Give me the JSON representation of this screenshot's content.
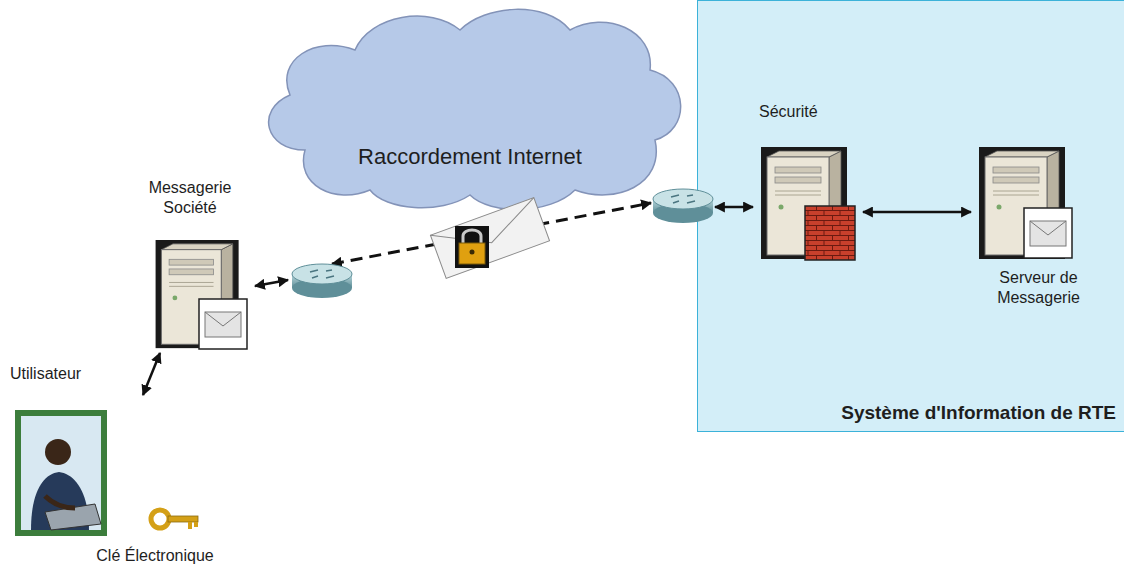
{
  "diagram": {
    "nodes": [
      {
        "text": [
          "Raccordement Internet"
        ]
      },
      {
        "text": [
          "Messagerie Société"
        ]
      },
      {
        "text": [
          "Utilisateur"
        ]
      },
      {
        "text": [
          "Clé Électronique"
        ]
      },
      {
        "text": [
          "Système d'Information de RTE"
        ]
      },
      {
        "text": [
          "Sécurité"
        ],
        "in": 4
      },
      {
        "text": [
          "Serveur de Messagerie"
        ],
        "in": 4
      }
    ],
    "edges": [
      {
        "from": 2,
        "to": 1,
        "arrow": "both"
      },
      {
        "from": 1,
        "to": 5,
        "arrow": "both"
      },
      {
        "from": 5,
        "to": 6,
        "arrow": "both"
      }
    ]
  }
}
